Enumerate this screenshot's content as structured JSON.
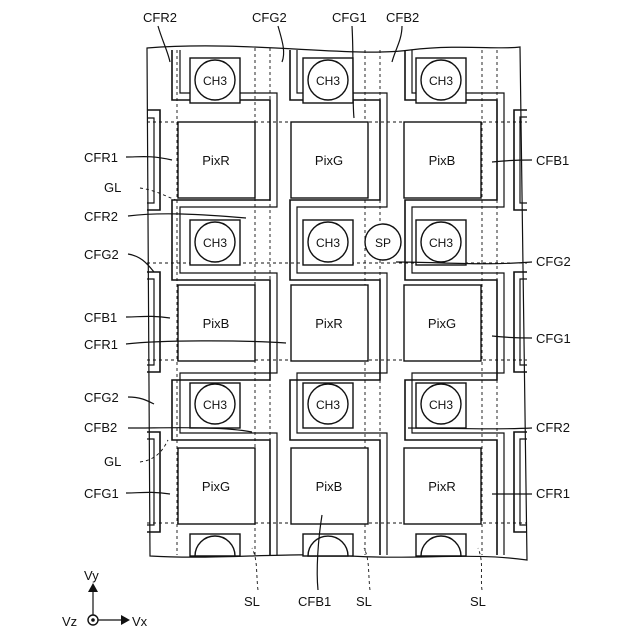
{
  "labels": {
    "cfr2_top": "CFR2",
    "cfg2_top": "CFG2",
    "cfg1_top": "CFG1",
    "cfb2_top": "CFB2",
    "cfr1_l1": "CFR1",
    "gl_1": "GL",
    "cfr2_l2": "CFR2",
    "cfg2_l3": "CFG2",
    "cfb1_l4": "CFB1",
    "cfr1_l5": "CFR1",
    "cfg2_l6": "CFG2",
    "cfb2_l7": "CFB2",
    "gl_2": "GL",
    "cfg1_l8": "CFG1",
    "cfb1_r1": "CFB1",
    "cfg2_r2": "CFG2",
    "cfg1_r3": "CFG1",
    "cfr2_r4": "CFR2",
    "cfr1_r5": "CFR1",
    "sl_1": "SL",
    "cfb1_bottom": "CFB1",
    "sl_2": "SL",
    "sl_3": "SL"
  },
  "pixels": [
    [
      "PixR",
      "PixG",
      "PixB"
    ],
    [
      "PixB",
      "PixR",
      "PixG"
    ],
    [
      "PixG",
      "PixB",
      "PixR"
    ]
  ],
  "contact_holes": {
    "label": "CH3",
    "spacer_label": "SP"
  },
  "axes": {
    "vy": "Vy",
    "vx": "Vx",
    "vz": "Vz"
  }
}
